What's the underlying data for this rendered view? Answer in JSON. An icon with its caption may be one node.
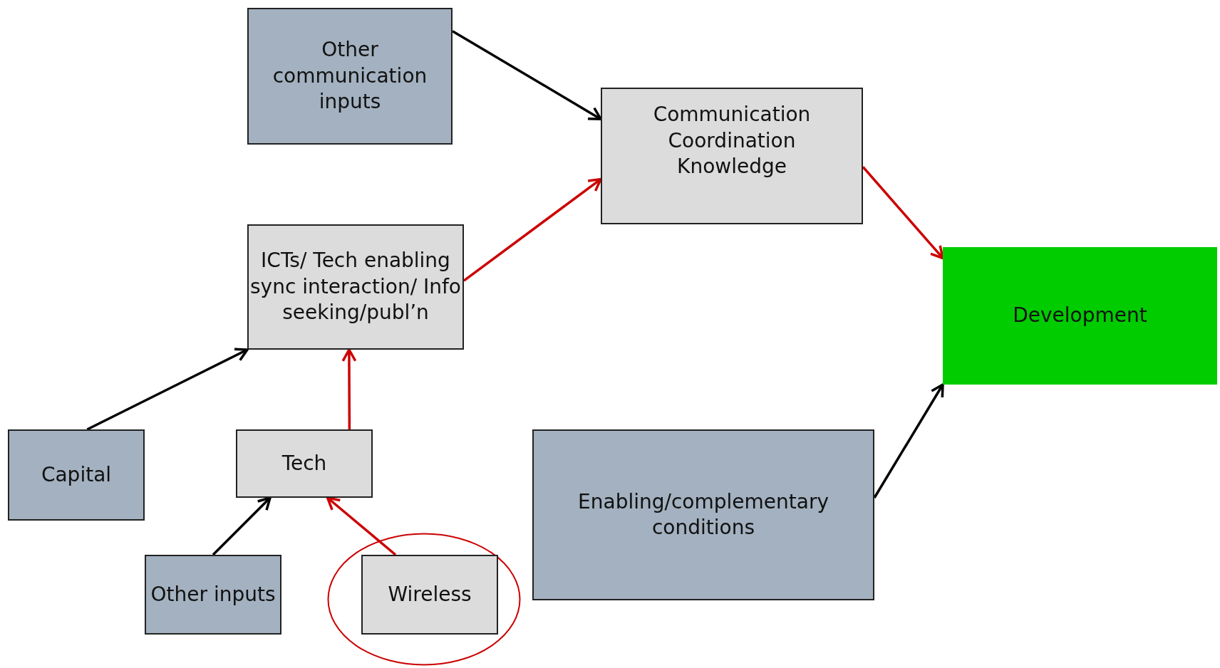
{
  "diagram": {
    "nodes": [
      {
        "text": [
          "Other communication inputs"
        ]
      },
      {
        "text": [
          "Communication Coordination Knowledge"
        ]
      },
      {
        "text": [
          "ICTs/ Tech enabling sync interaction/ Info seeking/publ’n"
        ]
      },
      {
        "text": [
          "Development"
        ]
      },
      {
        "text": [
          "Capital"
        ]
      },
      {
        "text": [
          "Tech"
        ]
      },
      {
        "text": [
          "Enabling/complementary conditions"
        ]
      },
      {
        "text": [
          "Other inputs"
        ]
      },
      {
        "text": [],
        "shape": "circle"
      },
      {
        "text": [
          "Wireless"
        ],
        "in": 8
      }
    ],
    "edges": [
      {
        "from": 0,
        "to": 1,
        "arrow": "to",
        "color": "#000000"
      },
      {
        "from": 2,
        "to": 1,
        "arrow": "to",
        "color": "#cc0000"
      },
      {
        "from": 1,
        "to": 3,
        "arrow": "to",
        "color": "#cc0000"
      },
      {
        "from": 4,
        "to": 2,
        "arrow": "to",
        "color": "#000000"
      },
      {
        "from": 5,
        "to": 2,
        "arrow": "to",
        "color": "#cc0000"
      },
      {
        "from": 7,
        "to": 5,
        "arrow": "to",
        "color": "#000000"
      },
      {
        "from": 9,
        "to": 5,
        "arrow": "to",
        "color": "#cc0000"
      },
      {
        "from": 6,
        "to": 3,
        "arrow": "to",
        "color": "#000000"
      }
    ]
  }
}
